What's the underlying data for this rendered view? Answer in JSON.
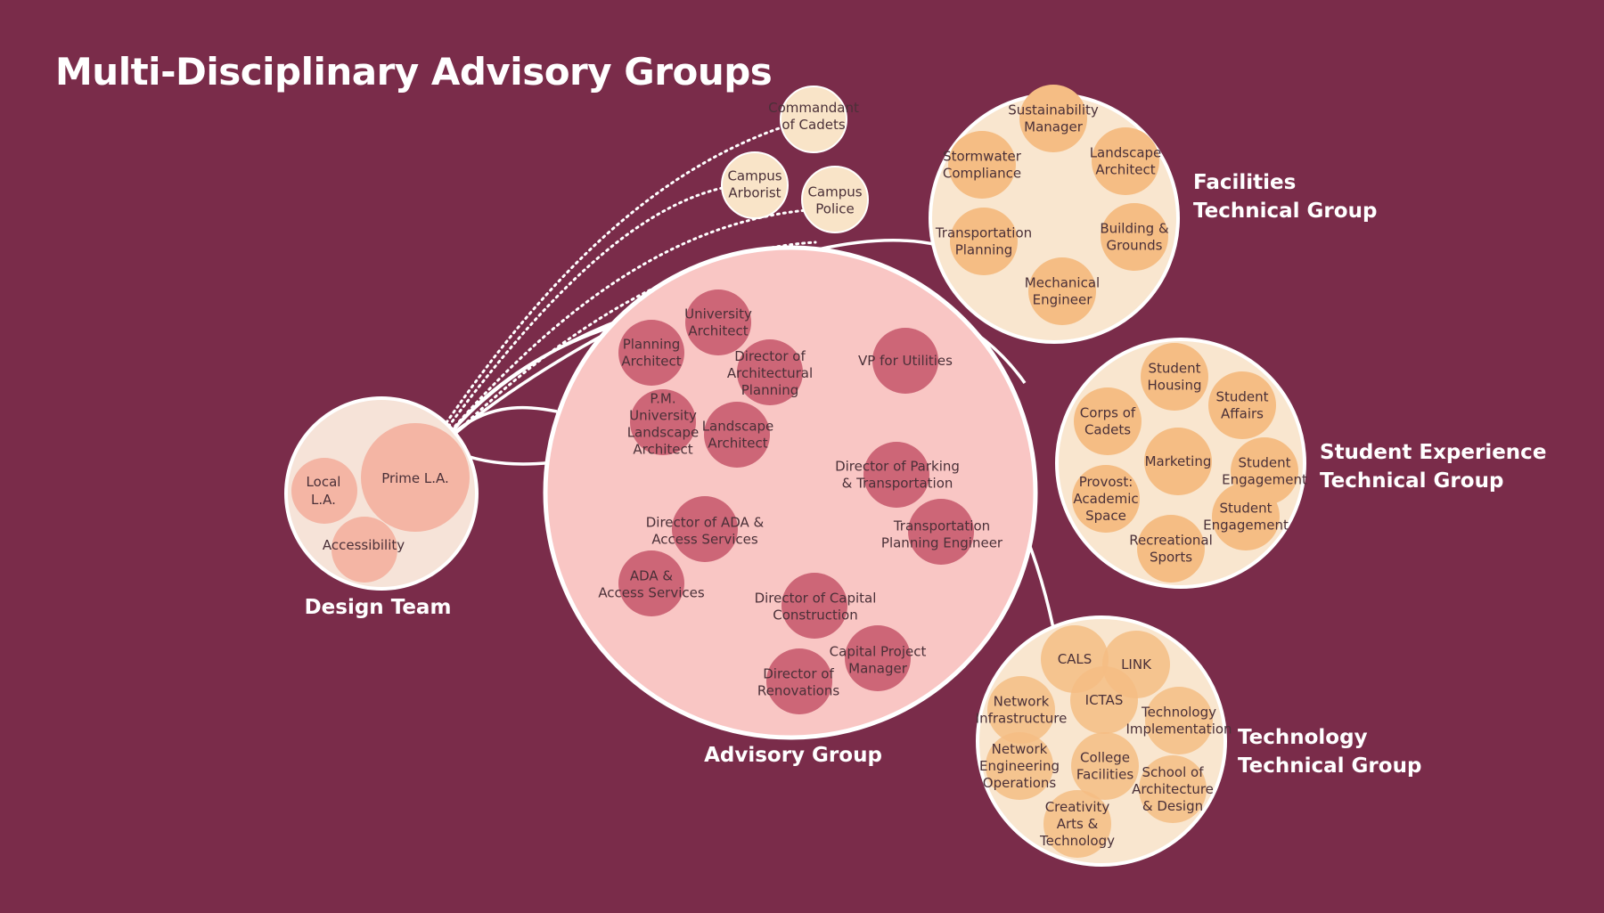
{
  "title": "Multi-Disciplinary Advisory Groups",
  "colors": {
    "background": "#7a2c4a",
    "design_outer": "#f6e3d8",
    "design_inner": "#f4b5a4",
    "advisory_outer": "#f9c6c4",
    "advisory_node": "#cd6677",
    "tech_outer": "#f9e6cf",
    "tech_node": "#f5bd84",
    "standalone": "#f9e4c8",
    "lines": "#ffffff"
  },
  "groups": {
    "design": {
      "label": "Design Team",
      "members": [
        {
          "lines": [
            "Prime L.A."
          ]
        },
        {
          "lines": [
            "Local",
            "L.A."
          ]
        },
        {
          "lines": [
            "Accessibility"
          ]
        }
      ]
    },
    "advisory": {
      "label": "Advisory Group",
      "members": [
        {
          "lines": [
            "University",
            "Architect"
          ]
        },
        {
          "lines": [
            "Planning",
            "Architect"
          ]
        },
        {
          "lines": [
            "Director of",
            "Architectural",
            "Planning"
          ]
        },
        {
          "lines": [
            "VP for Utilities"
          ]
        },
        {
          "lines": [
            "P.M.",
            "University",
            "Landscape",
            "Architect"
          ]
        },
        {
          "lines": [
            "Landscape",
            "Architect"
          ]
        },
        {
          "lines": [
            "Director of Parking",
            "& Transportation"
          ]
        },
        {
          "lines": [
            "Transportation",
            "Planning Engineer"
          ]
        },
        {
          "lines": [
            "Director of ADA &",
            "Access Services"
          ]
        },
        {
          "lines": [
            "ADA &",
            "Access Services"
          ]
        },
        {
          "lines": [
            "Director of Capital",
            "Construction"
          ]
        },
        {
          "lines": [
            "Capital Project",
            "Manager"
          ]
        },
        {
          "lines": [
            "Director of",
            "Renovations"
          ]
        }
      ]
    },
    "facilities": {
      "label_lines": [
        "Facilities",
        "Technical Group"
      ],
      "members": [
        {
          "lines": [
            "Sustainability",
            "Manager"
          ]
        },
        {
          "lines": [
            "Landscape",
            "Architect"
          ]
        },
        {
          "lines": [
            "Stormwater",
            "Compliance"
          ]
        },
        {
          "lines": [
            "Building &",
            "Grounds"
          ]
        },
        {
          "lines": [
            "Transportation",
            "Planning"
          ]
        },
        {
          "lines": [
            "Mechanical",
            "Engineer"
          ]
        }
      ]
    },
    "student": {
      "label_lines": [
        "Student Experience",
        "Technical Group"
      ],
      "members": [
        {
          "lines": [
            "Student",
            "Housing"
          ]
        },
        {
          "lines": [
            "Student",
            "Affairs"
          ]
        },
        {
          "lines": [
            "Corps of",
            "Cadets"
          ]
        },
        {
          "lines": [
            "Marketing"
          ]
        },
        {
          "lines": [
            "Student",
            "Engagement"
          ]
        },
        {
          "lines": [
            "Provost:",
            "Academic",
            "Space"
          ]
        },
        {
          "lines": [
            "Student",
            "Engagement"
          ]
        },
        {
          "lines": [
            "Recreational",
            "Sports"
          ]
        }
      ]
    },
    "technology": {
      "label_lines": [
        "Technology",
        "Technical Group"
      ],
      "members": [
        {
          "lines": [
            "CALS"
          ]
        },
        {
          "lines": [
            "LINK"
          ]
        },
        {
          "lines": [
            "ICTAS"
          ]
        },
        {
          "lines": [
            "Network",
            "Infrastructure"
          ]
        },
        {
          "lines": [
            "Technology",
            "Implementation"
          ]
        },
        {
          "lines": [
            "Network",
            "Engineering",
            "Operations"
          ]
        },
        {
          "lines": [
            "College",
            "Facilities"
          ]
        },
        {
          "lines": [
            "School of",
            "Architecture",
            "& Design"
          ]
        },
        {
          "lines": [
            "Creativity",
            "Arts &",
            "Technology"
          ]
        }
      ]
    },
    "standalone": [
      {
        "lines": [
          "Commandant",
          "of Cadets"
        ]
      },
      {
        "lines": [
          "Campus",
          "Arborist"
        ]
      },
      {
        "lines": [
          "Campus",
          "Police"
        ]
      }
    ]
  }
}
